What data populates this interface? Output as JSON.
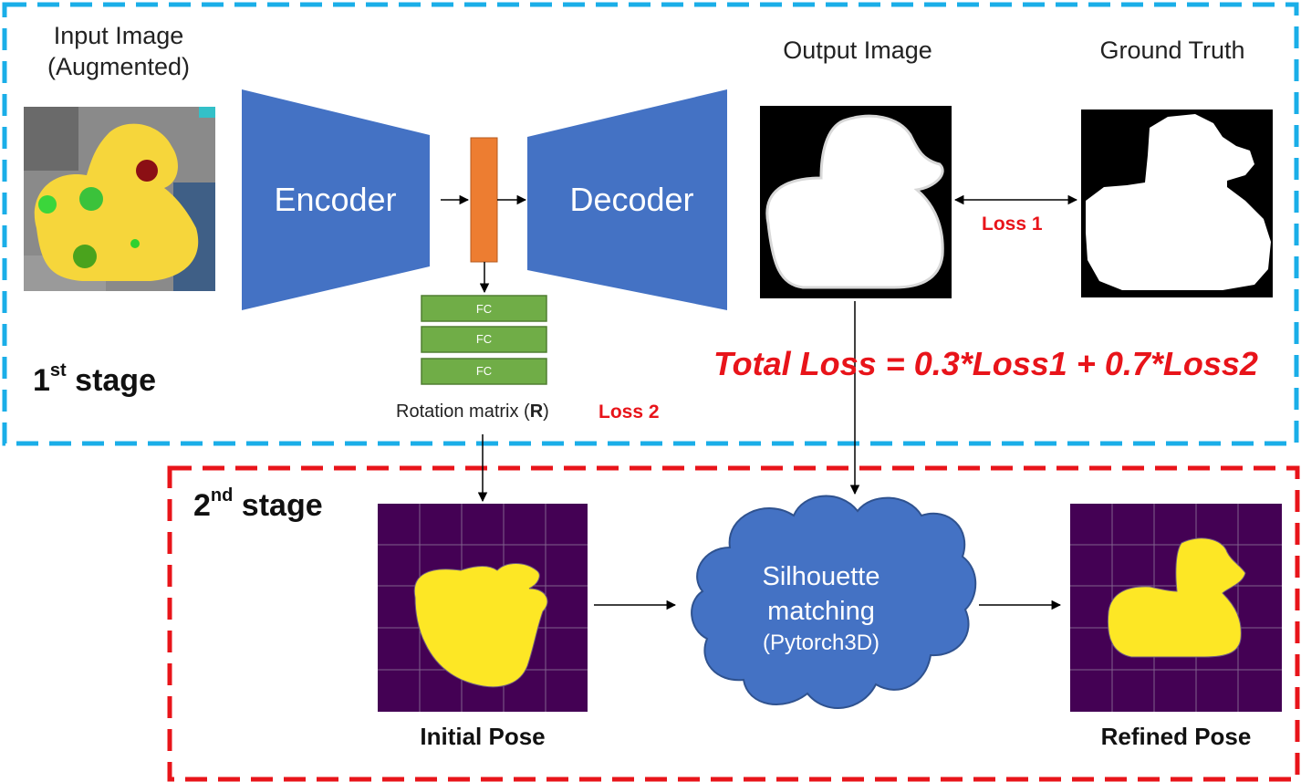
{
  "stage1": {
    "label_num": "1",
    "label_sup": "st",
    "label_word": " stage",
    "input_title_line1": "Input Image",
    "input_title_line2": "(Augmented)",
    "encoder": "Encoder",
    "decoder": "Decoder",
    "fc_layers": [
      "FC",
      "FC",
      "FC"
    ],
    "rotation_prefix": "Rotation matrix (",
    "rotation_symbol": "R",
    "rotation_suffix": ")",
    "loss2": "Loss 2",
    "output_title": "Output Image",
    "gt_title": "Ground Truth",
    "loss1": "Loss 1",
    "total_loss": "Total Loss = 0.3*Loss1 + 0.7*Loss2"
  },
  "stage2": {
    "label_num": "2",
    "label_sup": "nd",
    "label_word": " stage",
    "initial_pose": "Initial Pose",
    "cloud_line1": "Silhouette",
    "cloud_line2": "matching",
    "cloud_line3": "(Pytorch3D)",
    "refined_pose": "Refined Pose"
  },
  "colors": {
    "stage1_border": "#1aaee8",
    "stage2_border": "#e8141a",
    "encoder_decoder": "#4472c4",
    "latent": "#ed7d31",
    "fc": "#70ad47",
    "pose_bg": "#440154",
    "silhouette": "#fde725",
    "loss_text": "#e8141a"
  }
}
